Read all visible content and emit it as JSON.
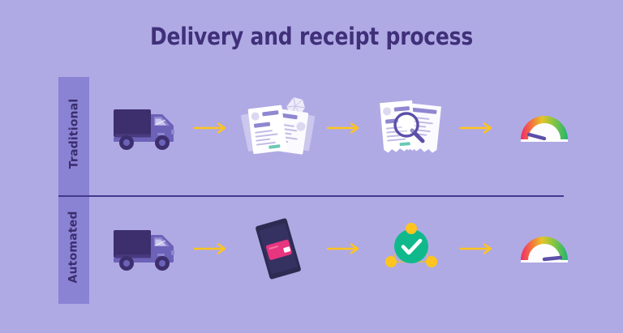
{
  "page": {
    "title": "Delivery and receipt process",
    "background_color": "#AFAAE4",
    "title_color": "#40307A"
  },
  "colors": {
    "background": "#AFAAE4",
    "band": "#8A83D4",
    "title": "#40307A",
    "divider": "#443A8C",
    "arrow": "#FFC41F",
    "truck_body": "#3D2F6E",
    "truck_cab": "#6C62B8",
    "paper": "#F2F1FB",
    "tablet": "#2E2B52",
    "card_pink": "#E8357F",
    "check_green": "#10B98C",
    "node_amber": "#FFC41F",
    "gauge_red": "#F02B6B",
    "gauge_orange": "#F79A28",
    "gauge_yellow": "#D6D62B",
    "gauge_green": "#22B573",
    "needle": "#5B4FA8"
  },
  "rows": [
    {
      "label": "Traditional",
      "steps": [
        {
          "name": "delivery-truck",
          "icon": "truck-icon",
          "alt": "Delivery truck"
        },
        {
          "name": "paper-documents-pile",
          "icon": "messy-papers-icon",
          "alt": "Scattered paper documents and crumpled paper"
        },
        {
          "name": "manual-invoice-review",
          "icon": "documents-magnifier-icon",
          "alt": "Receipts with magnifying glass"
        },
        {
          "name": "performance-gauge-low",
          "icon": "gauge-icon",
          "alt": "Speedometer gauge pointing low",
          "gauge_value": 12
        }
      ]
    },
    {
      "label": "Automated",
      "steps": [
        {
          "name": "delivery-truck",
          "icon": "truck-icon",
          "alt": "Delivery truck"
        },
        {
          "name": "mobile-capture",
          "icon": "tablet-card-icon",
          "alt": "Tablet device with digital receipt card"
        },
        {
          "name": "automated-approval",
          "icon": "check-network-icon",
          "alt": "Green check circle with connected nodes"
        },
        {
          "name": "performance-gauge-high",
          "icon": "gauge-icon",
          "alt": "Speedometer gauge pointing high",
          "gauge_value": 78
        }
      ]
    }
  ],
  "arrows": {
    "label": "flow-arrow",
    "glyph": "→",
    "count_per_row": 3
  }
}
